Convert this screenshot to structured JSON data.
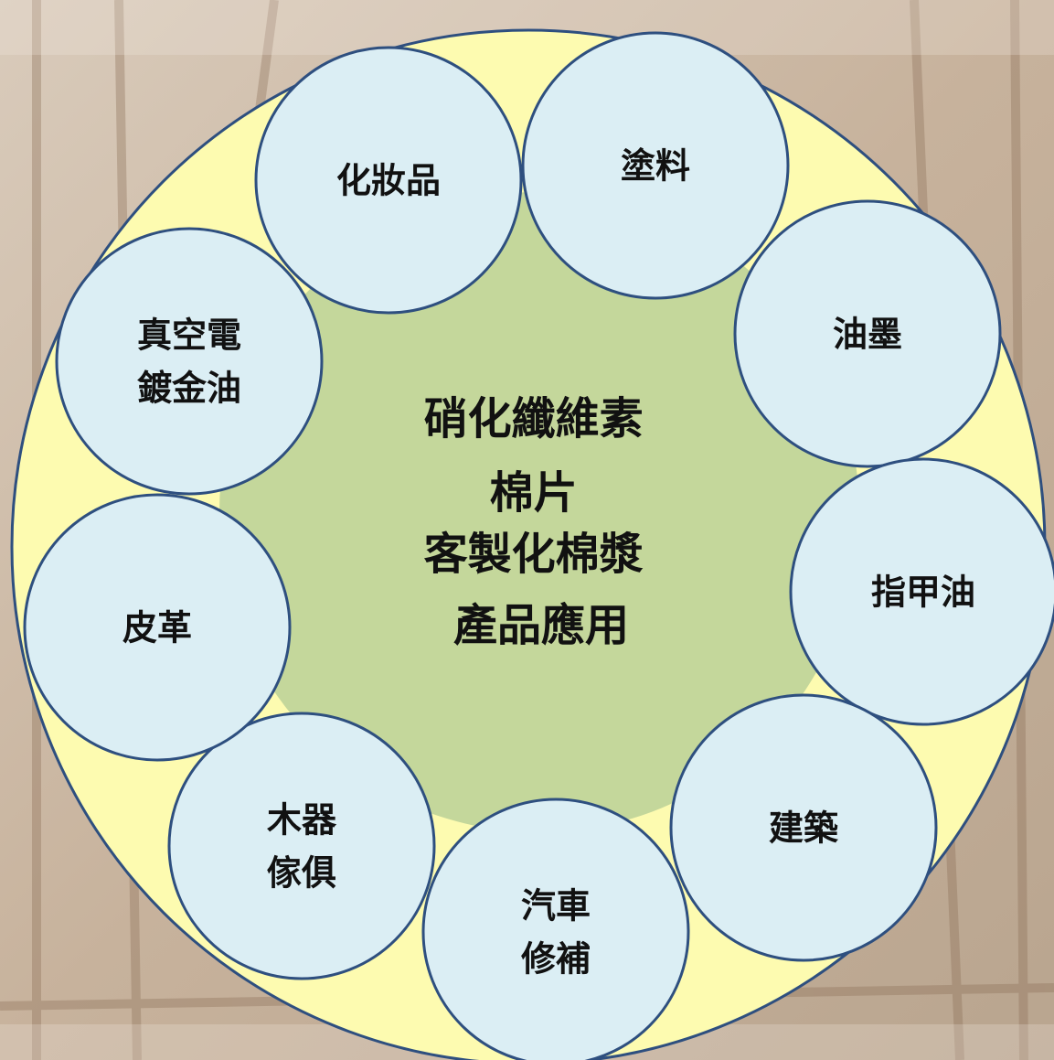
{
  "center": {
    "lines": [
      "硝化纖維素",
      "棉片",
      "客製化棉漿",
      "產品應用"
    ]
  },
  "applications": [
    {
      "lines": [
        "化妝品"
      ]
    },
    {
      "lines": [
        "塗料"
      ]
    },
    {
      "lines": [
        "油墨"
      ]
    },
    {
      "lines": [
        "指甲油"
      ]
    },
    {
      "lines": [
        "建築"
      ]
    },
    {
      "lines": [
        "汽車",
        "修補"
      ]
    },
    {
      "lines": [
        "木器",
        "傢俱"
      ]
    },
    {
      "lines": [
        "皮革"
      ]
    },
    {
      "lines": [
        "真空電",
        "鍍金油"
      ]
    }
  ],
  "colors": {
    "outer_fill": "#fdfbb0",
    "inner_fill": "#c4d79b",
    "node_fill": "#dbeef4",
    "stroke": "#2e4f7f",
    "text": "#111111"
  }
}
